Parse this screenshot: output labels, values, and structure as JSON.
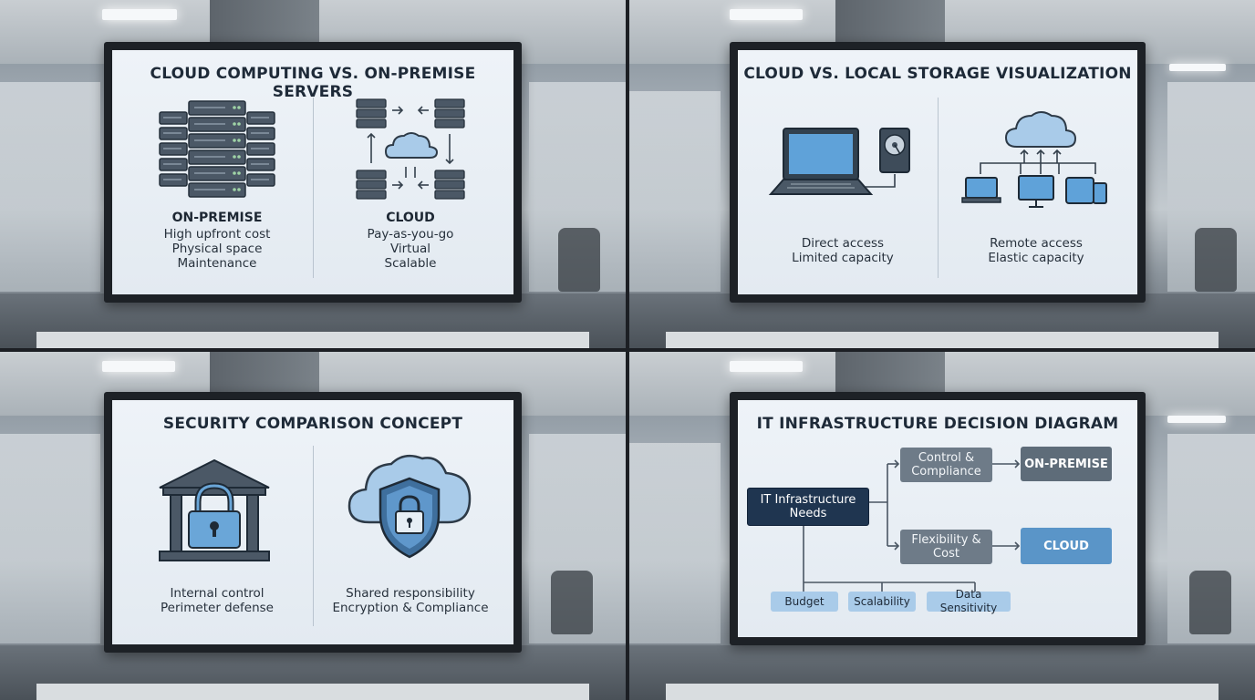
{
  "panel1": {
    "title": "CLOUD COMPUTING VS. ON-PREMISE SERVERS",
    "left": {
      "heading": "ON-PREMISE",
      "lines": [
        "High upfront cost",
        "Physical space",
        "Maintenance"
      ],
      "icon": "server-rack-icon"
    },
    "right": {
      "heading": "CLOUD",
      "lines": [
        "Pay-as-you-go",
        "Virtual",
        "Scalable"
      ],
      "icon": "cloud-servers-icon"
    }
  },
  "panel2": {
    "title": "CLOUD VS. LOCAL STORAGE VISUALIZATION",
    "left": {
      "lines": [
        "Direct access",
        "Limited capacity"
      ],
      "icon": "laptop-harddrive-icon"
    },
    "right": {
      "lines": [
        "Remote access",
        "Elastic capacity"
      ],
      "icon": "cloud-devices-icon"
    }
  },
  "panel3": {
    "title": "SECURITY COMPARISON CONCEPT",
    "left": {
      "lines": [
        "Internal control",
        "Perimeter defense"
      ],
      "icon": "bank-lock-icon"
    },
    "right": {
      "lines": [
        "Shared responsibility",
        "Encryption & Compliance"
      ],
      "icon": "cloud-shield-icon"
    }
  },
  "panel4": {
    "title": "IT INFRASTRUCTURE DECISION DIAGRAM",
    "start": "IT Infrastructure Needs",
    "criteria1": "Control & Compliance",
    "criteria2": "Flexibility & Cost",
    "outcome1": "ON-PREMISE",
    "outcome2": "CLOUD",
    "factors": [
      "Budget",
      "Scalability",
      "Data Sensitivity"
    ]
  },
  "colors": {
    "accent": "#5a95c8",
    "accent_light": "#8fbbe2",
    "dark_navy": "#1f3550",
    "slate": "#5e6c79",
    "outline": "#34404c"
  }
}
